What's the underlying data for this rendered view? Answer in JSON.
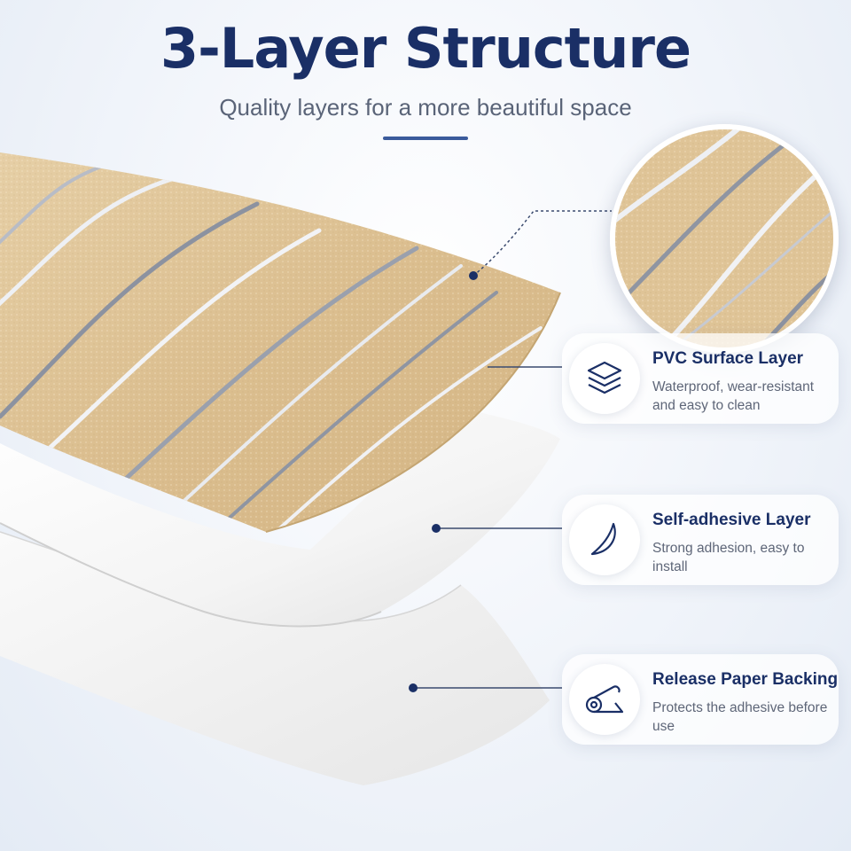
{
  "header": {
    "title": "3-Layer Structure",
    "subtitle": "Quality layers for a more beautiful space"
  },
  "layers": [
    {
      "title": "PVC Surface Layer",
      "description": "Waterproof, wear-resistant and easy to clean",
      "icon": "layers-stack-icon"
    },
    {
      "title": "Self-adhesive Layer",
      "description": "Strong adhesion, easy to install",
      "icon": "adhesive-curve-icon"
    },
    {
      "title": "Release Paper Backing",
      "description": "Protects the adhesive before use",
      "icon": "paper-roll-icon"
    }
  ],
  "colors": {
    "navy": "#1a2f66",
    "accent": "#3b5b9c",
    "pvc_beige": "#ddc398",
    "silver_stripe": "#c9ccd4",
    "adhesive_white": "#f7f7f7",
    "paper_white": "#f2f2f2"
  }
}
